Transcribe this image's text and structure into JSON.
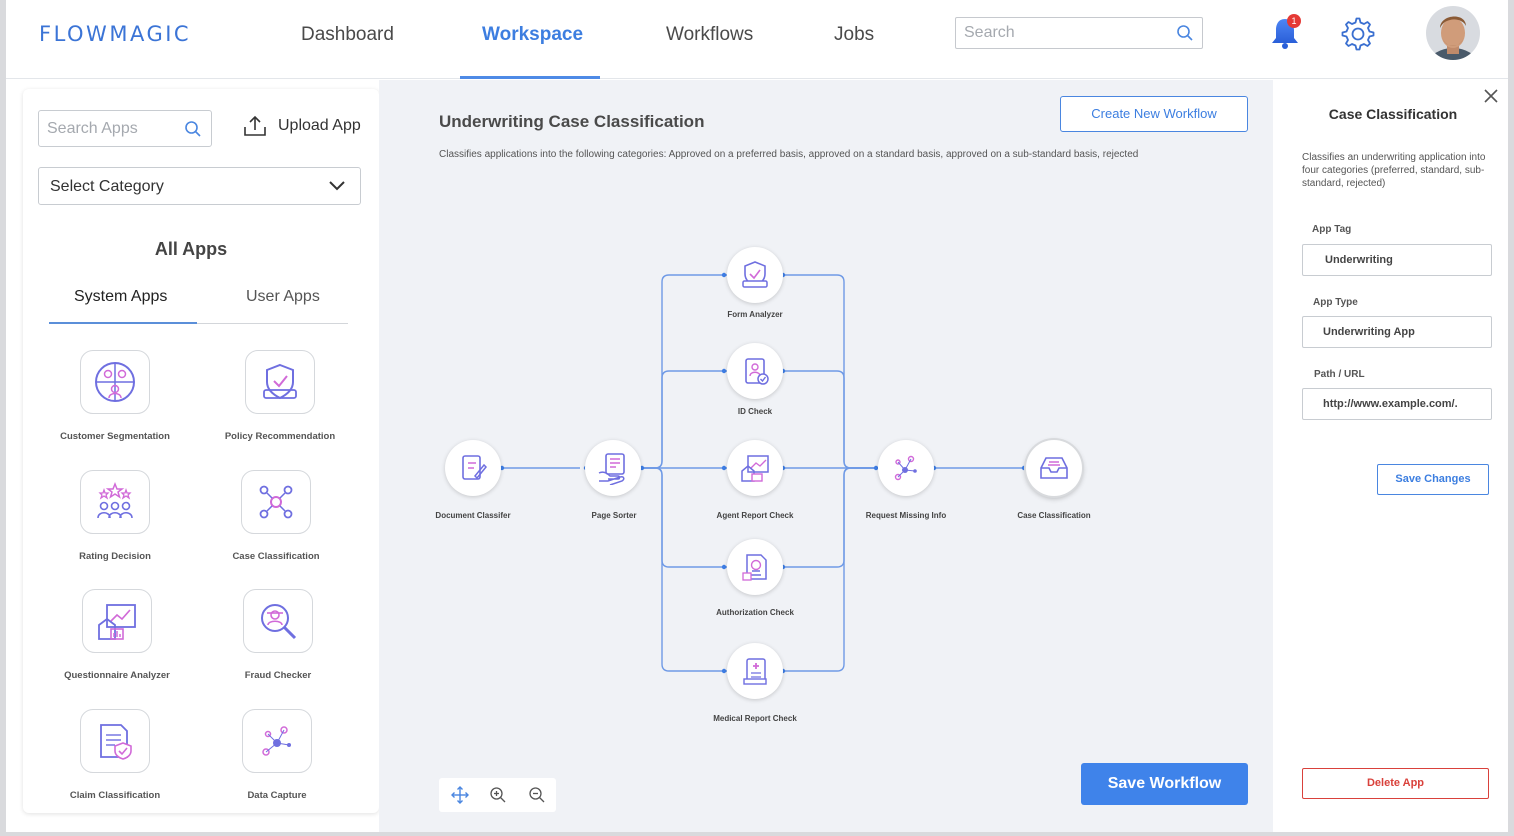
{
  "brand": "FLOWMAGIC",
  "nav": {
    "items": [
      {
        "label": "Dashboard"
      },
      {
        "label": "Workspace",
        "active": true
      },
      {
        "label": "Workflows"
      },
      {
        "label": "Jobs"
      }
    ],
    "search_placeholder": "Search",
    "notification_count": "1"
  },
  "sidebar": {
    "search_placeholder": "Search Apps",
    "upload_label": "Upload App",
    "category_placeholder": "Select Category",
    "heading": "All Apps",
    "tabs": [
      {
        "label": "System Apps",
        "active": true
      },
      {
        "label": "User Apps"
      }
    ],
    "apps": [
      {
        "label": "Customer Segmentation",
        "icon": "customer-segmentation-icon"
      },
      {
        "label": "Policy Recommendation",
        "icon": "policy-recommendation-icon"
      },
      {
        "label": "Rating Decision",
        "icon": "rating-decision-icon"
      },
      {
        "label": "Case Classification",
        "icon": "case-classification-icon"
      },
      {
        "label": "Questionnaire Analyzer",
        "icon": "questionnaire-analyzer-icon"
      },
      {
        "label": "Fraud Checker",
        "icon": "fraud-checker-icon"
      },
      {
        "label": "Claim Classification",
        "icon": "claim-classification-icon"
      },
      {
        "label": "Data Capture",
        "icon": "data-capture-icon"
      }
    ]
  },
  "workflow": {
    "title": "Underwriting Case Classification",
    "description": "Classifies applications into the following categories: Approved on a preferred basis, approved on a standard basis, approved on a sub-standard basis, rejected",
    "create_button": "Create New Workflow",
    "save_button": "Save Workflow",
    "nodes": [
      {
        "label": "Document Classifer",
        "icon": "document-classifier-icon"
      },
      {
        "label": "Page Sorter",
        "icon": "page-sorter-icon"
      },
      {
        "label": "Form Analyzer",
        "icon": "form-analyzer-icon"
      },
      {
        "label": "ID Check",
        "icon": "id-check-icon"
      },
      {
        "label": "Agent Report Check",
        "icon": "agent-report-check-icon"
      },
      {
        "label": "Authorization  Check",
        "icon": "authorization-check-icon"
      },
      {
        "label": "Medical Report  Check",
        "icon": "medical-report-check-icon"
      },
      {
        "label": "Request Missing Info",
        "icon": "request-missing-info-icon"
      },
      {
        "label": "Case Classification",
        "icon": "case-classification-icon",
        "selected": true
      }
    ]
  },
  "details": {
    "title": "Case Classification",
    "description": "Classifies an underwriting application into four categories (preferred, standard, sub-standard, rejected)",
    "app_tag_label": "App Tag",
    "app_tag_value": "Underwriting",
    "app_type_label": "App Type",
    "app_type_value": "Underwriting App",
    "path_label": "Path / URL",
    "path_value": "http://www.example.com/.",
    "save_button": "Save Changes",
    "delete_button": "Delete App"
  },
  "colors": {
    "accent": "#3f83ea",
    "brand": "#3b74d6",
    "danger": "#d9413b",
    "badge": "#e53935"
  }
}
